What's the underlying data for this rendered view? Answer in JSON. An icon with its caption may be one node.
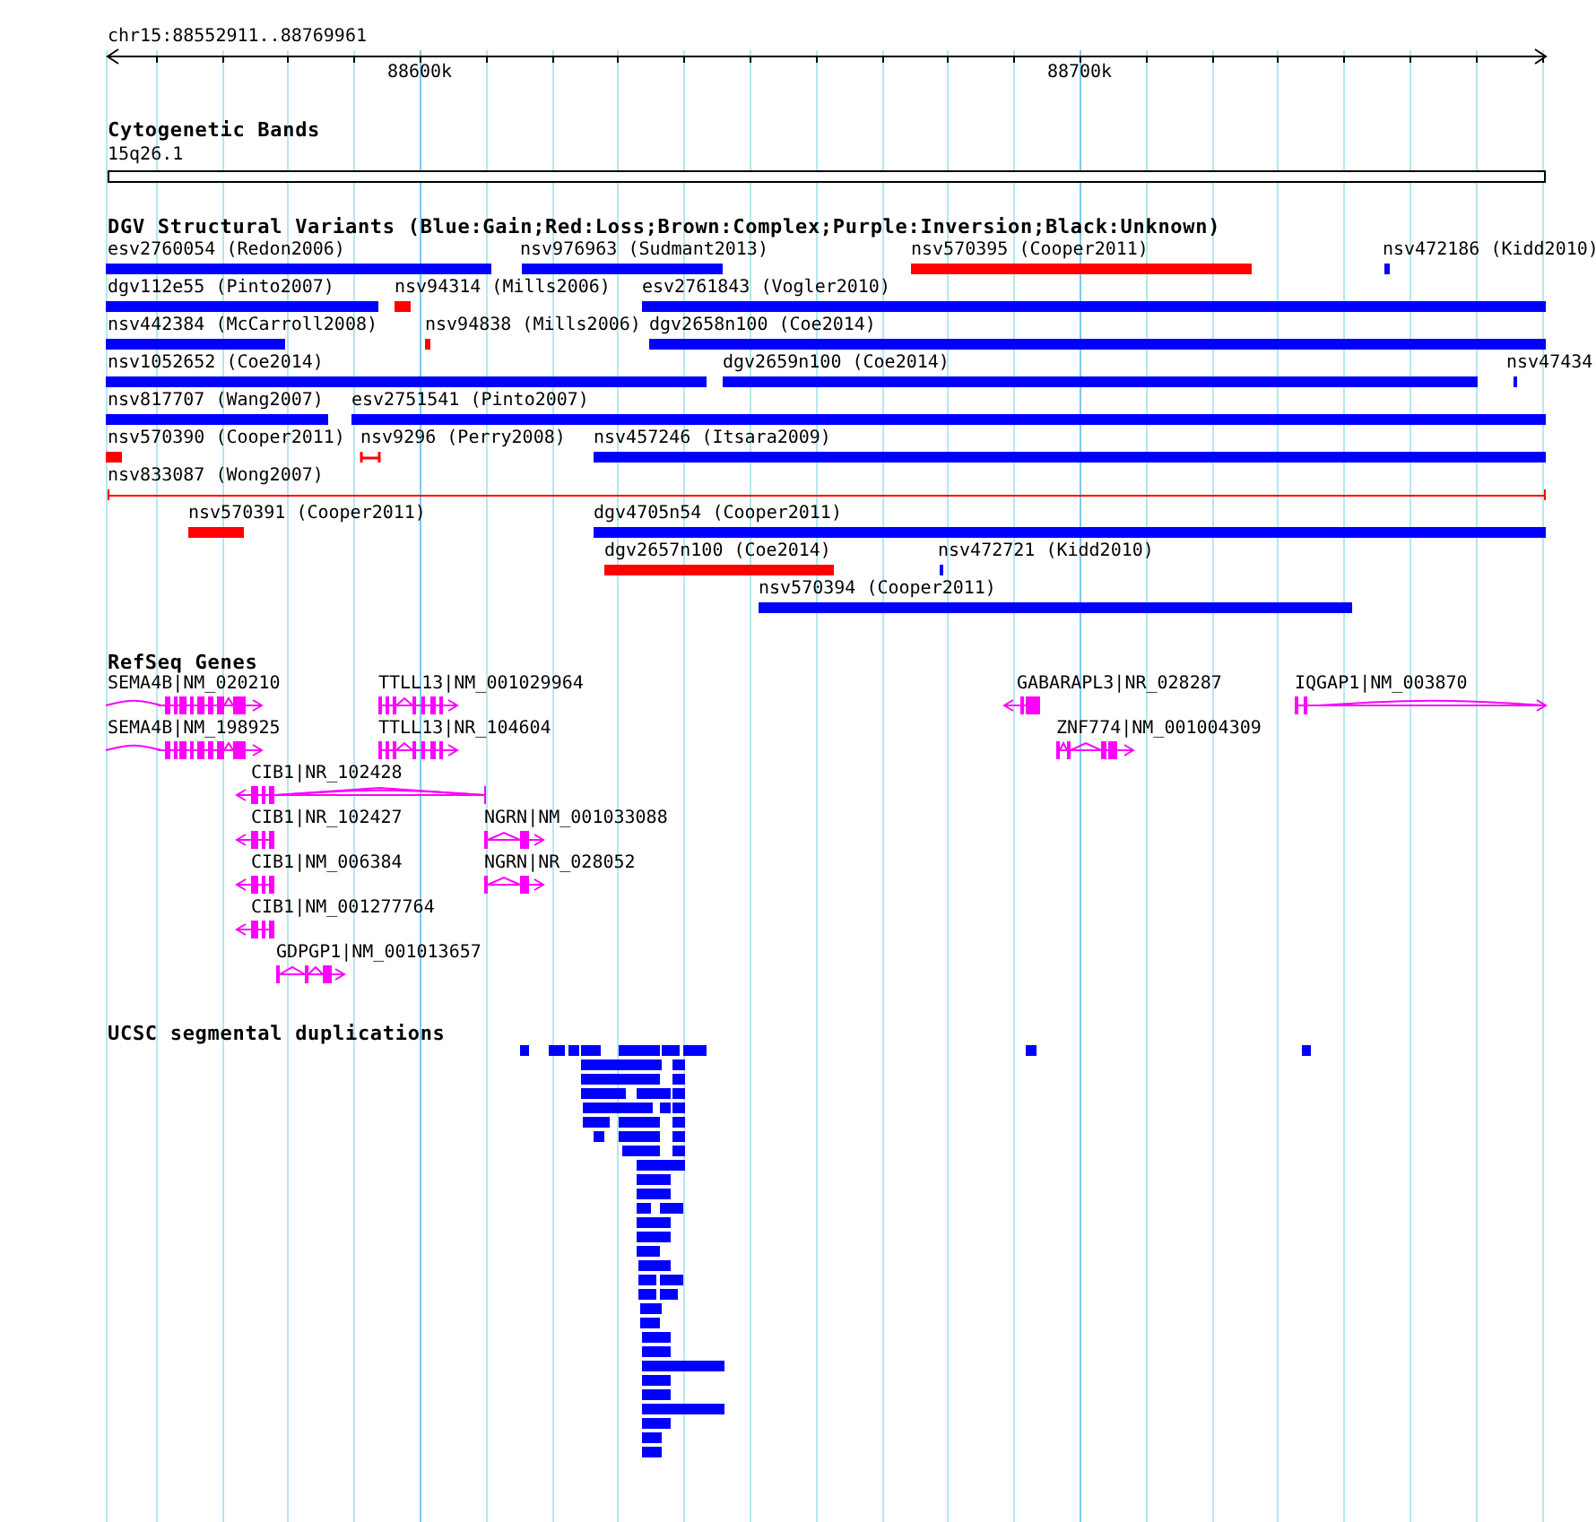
{
  "diagram": {
    "labels": [
      "chr15:88552911..88769961",
      "88600k",
      "88700k",
      "Cytogenetic Bands",
      "15q26.1",
      "DGV Structural Variants (Blue:Gain;Red:Loss;Brown:Complex;Purple:Inversion;Black:Unknown)",
      "esv2760054 (Redon2006)",
      "nsv976963 (Sudmant2013)",
      "nsv570395 (Cooper2011)",
      "nsv472186 (Kidd2010)",
      "dgv112e55 (Pinto2007)",
      "nsv94314 (Mills2006)",
      "esv2761843 (Vogler2010)",
      "nsv442384 (McCarroll2008)",
      "nsv94838 (Mills2006)",
      "dgv2658n100 (Coe2014)",
      "nsv1052652 (Coe2014)",
      "dgv2659n100 (Coe2014)",
      "nsv47434",
      "nsv817707 (Wang2007)",
      "esv2751541 (Pinto2007)",
      "nsv570390 (Cooper2011)",
      "nsv9296 (Perry2008)",
      "nsv457246 (Itsara2009)",
      "nsv833087 (Wong2007)",
      "nsv570391 (Cooper2011)",
      "dgv4705n54 (Cooper2011)",
      "dgv2657n100 (Coe2014)",
      "nsv472721 (Kidd2010)",
      "nsv570394 (Cooper2011)",
      "RefSeq Genes",
      "SEMA4B|NM_020210",
      "TTLL13|NM_001029964",
      "GABARAPL3|NR_028287",
      "IQGAP1|NM_003870",
      "SEMA4B|NM_198925",
      "TTLL13|NR_104604",
      "ZNF774|NM_001004309",
      "CIB1|NR_102428",
      "CIB1|NR_102427",
      "NGRN|NM_001033088",
      "CIB1|NM_006384",
      "NGRN|NR_028052",
      "CIB1|NM_001277764",
      "GDPGP1|NM_001013657",
      "UCSC segmental duplications"
    ]
  }
}
